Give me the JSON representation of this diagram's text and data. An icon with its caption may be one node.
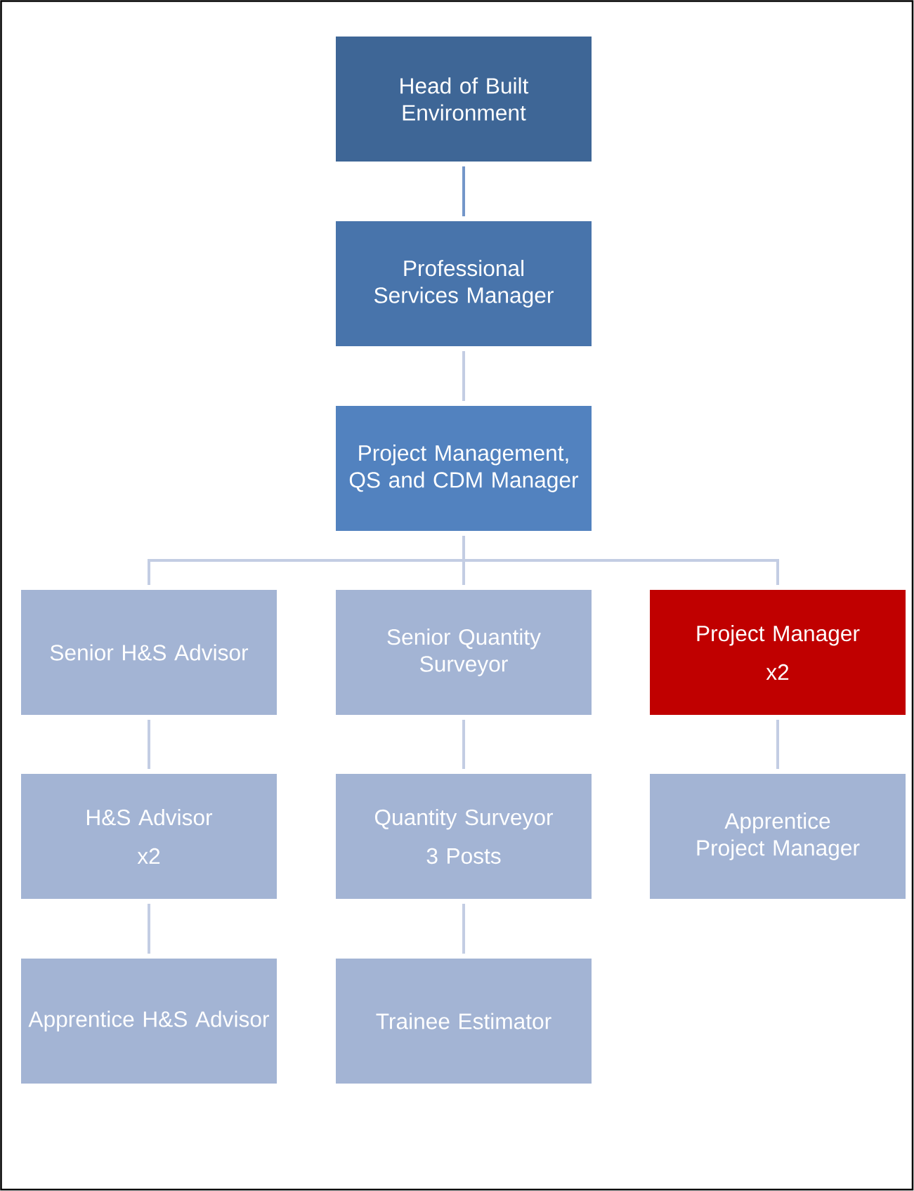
{
  "diagram": {
    "nodes": [
      {
        "text": [
          "Head of Built Environment"
        ]
      },
      {
        "text": [
          "Professional Services Manager"
        ]
      },
      {
        "text": [
          "Project Management, QS and CDM Manager"
        ]
      },
      {
        "text": [
          "Senior H&S Advisor"
        ]
      },
      {
        "text": [
          "Senior Quantity Surveyor"
        ]
      },
      {
        "text": [
          "Project Manager",
          "x2"
        ]
      },
      {
        "text": [
          "H&S Advisor",
          "x2"
        ]
      },
      {
        "text": [
          "Quantity Surveyor",
          "3 Posts"
        ]
      },
      {
        "text": [
          "Apprentice Project Manager"
        ]
      },
      {
        "text": [
          "Apprentice H&S Advisor"
        ]
      },
      {
        "text": [
          "Trainee Estimator"
        ]
      }
    ],
    "edges": [
      {
        "from": 0,
        "to": 1,
        "arrow": "none",
        "color": "#7396c9"
      },
      {
        "from": 1,
        "to": 2,
        "arrow": "none"
      },
      {
        "from": 2,
        "to": 3,
        "arrow": "none"
      },
      {
        "from": 2,
        "to": 4,
        "arrow": "none"
      },
      {
        "from": 2,
        "to": 5,
        "arrow": "none"
      },
      {
        "from": 3,
        "to": 6,
        "arrow": "none"
      },
      {
        "from": 6,
        "to": 9,
        "arrow": "none"
      },
      {
        "from": 4,
        "to": 7,
        "arrow": "none"
      },
      {
        "from": 7,
        "to": 10,
        "arrow": "none"
      },
      {
        "from": 5,
        "to": 8,
        "arrow": "none"
      }
    ]
  }
}
